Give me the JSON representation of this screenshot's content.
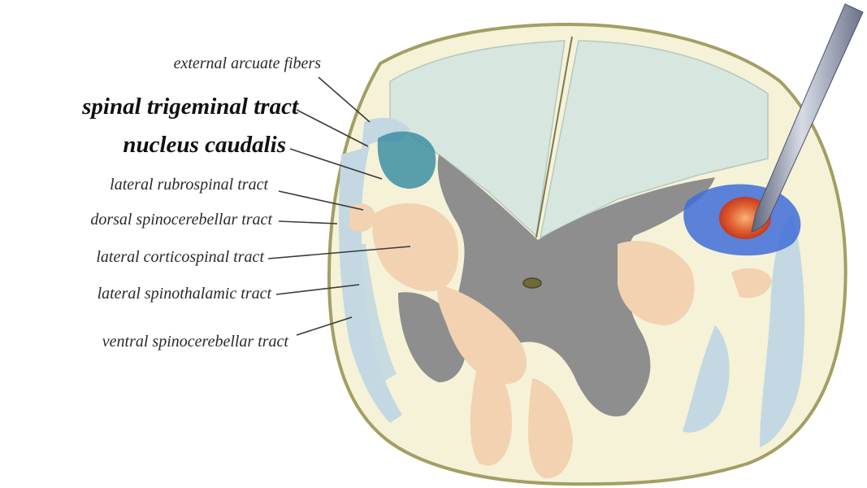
{
  "labels": {
    "external_arcuate": "external arcuate fibers",
    "spinal_trigeminal": "spinal trigeminal tract",
    "nucleus_caudalis": "nucleus caudalis",
    "lat_rubrospinal": "lateral rubrospinal tract",
    "dorsal_spinocerebellar": "dorsal spinocerebellar tract",
    "lat_corticospinal": "lateral corticospinal tract",
    "lat_spinothalamic": "lateral spinothalamic tract",
    "ventral_spinocerebellar": "ventral spinocerebellar tract"
  },
  "colors": {
    "outline": "#a39e64",
    "cord_fill": "#f5f2d8",
    "dorsal_column": "#d8e6e0",
    "gray_matter": "#8e8e8e",
    "corticospinal": "#f2d2b0",
    "light_blue_tract": "#c3d8e2",
    "nucleus_dark": "#3d8fa3",
    "lesion_blue": "#3f6fd8",
    "lesion_red": "#d9542e",
    "needle": "#8a93a8",
    "leader_line": "#3a3a3a"
  }
}
